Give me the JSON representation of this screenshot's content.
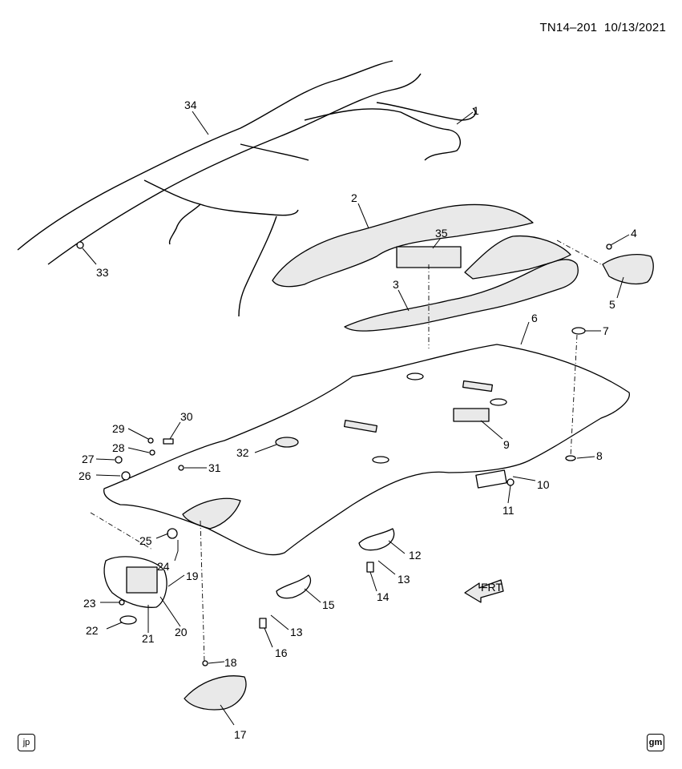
{
  "header": {
    "code": "TN14–201",
    "date": "10/13/2021"
  },
  "badges": {
    "left": "jp",
    "right": "gm"
  },
  "direction_marker": "FRT",
  "callouts": [
    "1",
    "2",
    "3",
    "4",
    "5",
    "6",
    "7",
    "8",
    "9",
    "10",
    "11",
    "12",
    "13",
    "14",
    "15",
    "16",
    "17",
    "18",
    "19",
    "20",
    "21",
    "22",
    "23",
    "24",
    "25",
    "26",
    "27",
    "28",
    "29",
    "30",
    "31",
    "32",
    "33",
    "34",
    "35",
    "13"
  ]
}
